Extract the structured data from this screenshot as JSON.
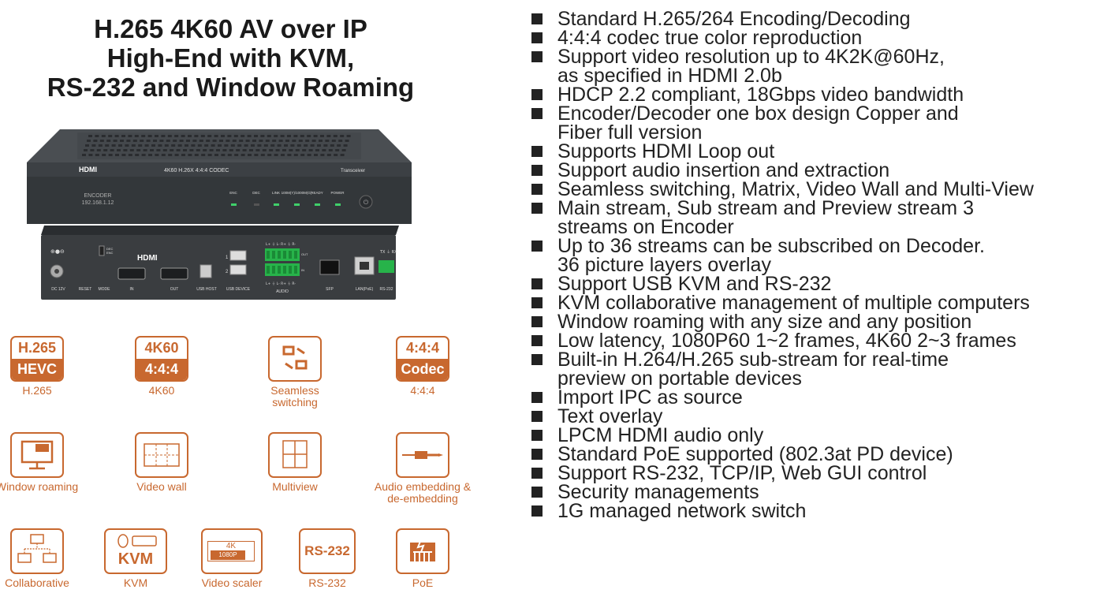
{
  "title": {
    "line1": "H.265 4K60 AV over IP",
    "line2": "High-End with KVM,",
    "line3": "RS-232 and Window Roaming"
  },
  "device": {
    "brand": "HDMI",
    "model": "4K60 H.26X 4:4:4 CODEC",
    "transceiver": "Transceiver",
    "mode": "ENCODER",
    "ip": "192.168.1.12",
    "leds": [
      "ENC",
      "DEC",
      "LINK",
      "100M(Y)/1000M(G)",
      "READY",
      "POWER"
    ],
    "rear_labels": [
      "DC 12V",
      "RESET",
      "MODE",
      "IN",
      "OUT",
      "USB HOST",
      "USB DEVICE",
      "AUDIO",
      "SFP",
      "LAN(PoE)",
      "RS-232"
    ],
    "rear_brand": "HDMI",
    "switch_labels": [
      "DEC",
      "ENC"
    ],
    "audio_pins": "L+ ⏚ L- R+ ⏚ R-",
    "rs232_pins": "TX ⏚ RX",
    "audio_out": "OUT",
    "audio_in": "IN"
  },
  "icons": [
    {
      "label": "H.265",
      "top": "H.265",
      "bottom": "HEVC",
      "icon": "h265-hevc-icon"
    },
    {
      "label": "4K60",
      "top": "4K60",
      "bottom": "4:4:4",
      "icon": "4k60-icon"
    },
    {
      "label": "Seamless\nswitching",
      "icon": "seamless-switching-icon"
    },
    {
      "label": "4:4:4",
      "top": "4:4:4",
      "bottom": "Codec",
      "icon": "codec-444-icon"
    },
    {
      "label": "Window roaming",
      "icon": "window-roaming-icon"
    },
    {
      "label": "Video wall",
      "icon": "video-wall-icon"
    },
    {
      "label": "Multiview",
      "icon": "multiview-icon"
    },
    {
      "label": "Audio embedding &\nde-embedding",
      "icon": "audio-cable-icon"
    },
    {
      "label": "Collaborative",
      "icon": "collaborative-network-icon"
    },
    {
      "label": "KVM",
      "top": "KVM",
      "icon": "kvm-icon"
    },
    {
      "label": "Video scaler",
      "top": "4K",
      "bottom": "1080P",
      "icon": "video-scaler-icon"
    },
    {
      "label": "RS-232",
      "top": "RS-232",
      "icon": "rs232-icon"
    },
    {
      "label": "PoE",
      "icon": "poe-icon"
    }
  ],
  "features": [
    "Standard H.265/264 Encoding/Decoding",
    "4:4:4 codec true color reproduction",
    "Support video resolution up to 4K2K@60Hz,\nas specified in HDMI 2.0b",
    "HDCP 2.2 compliant, 18Gbps video bandwidth",
    "Encoder/Decoder one box design Copper and\nFiber full version",
    "Supports HDMI Loop out",
    "Support audio insertion and extraction",
    "Seamless switching, Matrix, Video Wall and Multi-View",
    "Main stream, Sub stream and Preview stream 3\nstreams on Encoder",
    "Up to 36 streams can be subscribed on Decoder.\n36 picture layers overlay",
    "Support USB KVM and RS-232",
    "KVM collaborative management of multiple computers",
    "Window roaming with any size and any position",
    "Low latency, 1080P60 1~2 frames, 4K60 2~3 frames",
    "Built-in H.264/H.265 sub-stream for real-time\npreview on portable devices",
    "Import IPC as source",
    "Text overlay",
    "LPCM HDMI audio only",
    "Standard PoE supported (802.3at PD device)",
    "Support RS-232, TCP/IP, Web GUI control",
    "Security managements",
    "1G managed network switch"
  ],
  "colors": {
    "accent": "#c8682f",
    "device": "#3a3d40",
    "led": "#3fd06a"
  }
}
